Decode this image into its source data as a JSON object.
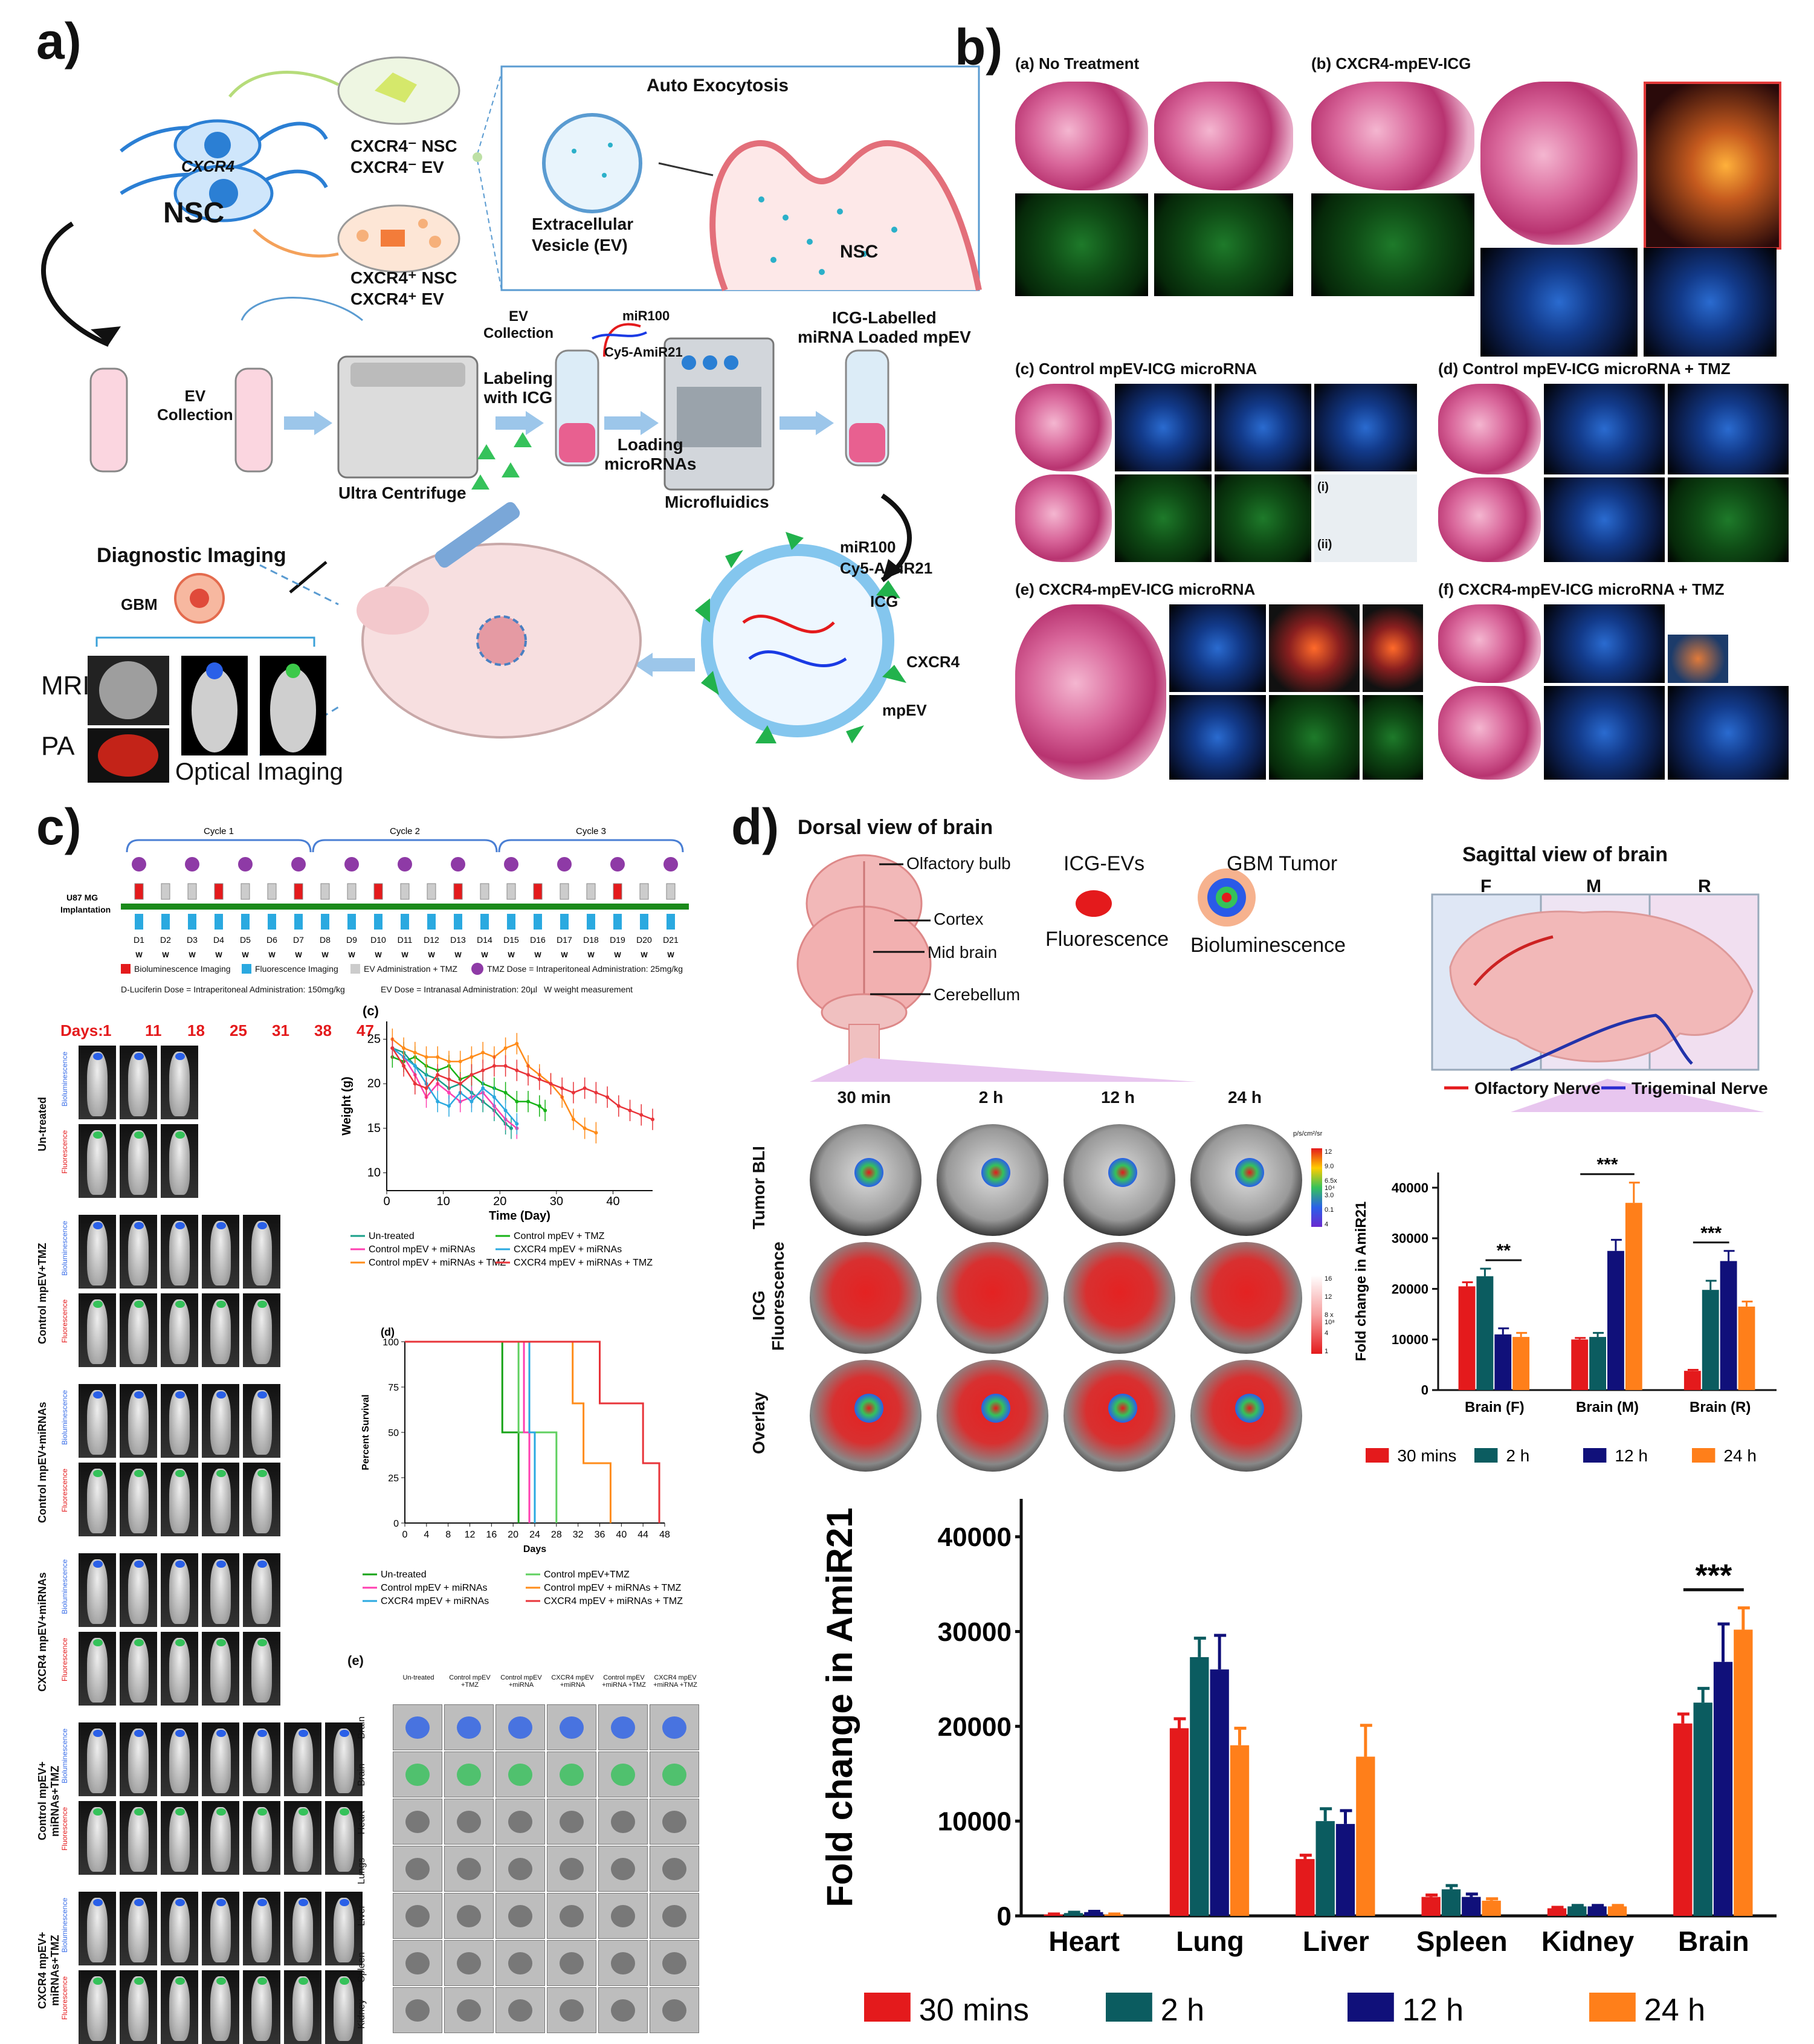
{
  "panels": {
    "a": "a)",
    "b": "b)",
    "c": "c)",
    "d": "d)"
  },
  "panel_a": {
    "nsc": "NSC",
    "cxcr4": "CXCR4",
    "neg_nsc": "CXCR4⁻ NSC",
    "neg_ev": "CXCR4⁻ EV",
    "pos_nsc": "CXCR4⁺ NSC",
    "pos_ev": "CXCR4⁺ EV",
    "auto_exocytosis": "Auto Exocytosis",
    "ev_label_1": "Extracellular",
    "ev_label_2": "Vesicle (EV)",
    "nsc_inset": "NSC",
    "ev_collection_1": "EV",
    "ev_collection_2": "Collection",
    "ev_collection_top_1": "EV",
    "ev_collection_top_2": "Collection",
    "ultra_centrifuge": "Ultra Centrifuge",
    "labeling_1": "Labeling",
    "labeling_2": "with ICG",
    "mir100": "miR100",
    "cy5": "Cy5-AmiR21",
    "loading_1": "Loading",
    "loading_2": "microRNAs",
    "microfluidics": "Microfluidics",
    "icg_labelled_1": "ICG-Labelled",
    "icg_labelled_2": "miRNA Loaded mpEV",
    "diagnostic_imaging": "Diagnostic Imaging",
    "gbm": "GBM",
    "mri": "MRI",
    "pa": "PA",
    "optical_imaging": "Optical Imaging",
    "vesicle_labels": [
      "miR100",
      "Cy5-AmiR21",
      "ICG",
      "CXCR4",
      "mpEV"
    ]
  },
  "panel_b": {
    "a": "(a) No Treatment",
    "b": "(b) CXCR4-mpEV-ICG",
    "c": "(c) Control mpEV-ICG microRNA",
    "d": "(d) Control mpEV-ICG microRNA + TMZ",
    "e": "(e) CXCR4-mpEV-ICG microRNA",
    "f": "(f) CXCR4-mpEV-ICG microRNA + TMZ",
    "i": "(i)",
    "ii": "(ii)"
  },
  "panel_c": {
    "cycles": [
      "Cycle 1",
      "Cycle 2",
      "Cycle 3"
    ],
    "implant_1": "U87 MG",
    "implant_2": "Implantation",
    "days": [
      "D1",
      "D2",
      "D3",
      "D4",
      "D5",
      "D6",
      "D7",
      "D8",
      "D9",
      "D10",
      "D11",
      "D12",
      "D13",
      "D14",
      "D15",
      "D16",
      "D17",
      "D18",
      "D19",
      "D20",
      "D21"
    ],
    "w": "W",
    "legend_bio": "Bioluminescence Imaging",
    "legend_fluo": "Fluorescence Imaging",
    "legend_ev": "EV Administration + TMZ",
    "legend_tmz": "TMZ Dose = Intraperitoneal Administration: 25mg/kg",
    "legend_luc": "D-Luciferin Dose = Intraperitoneal Administration: 150mg/kg",
    "legend_evdose": "EV Dose = Intranasal Administration: 20µl",
    "legend_w": "W  weight measurement",
    "days_label": "Days:",
    "day_values": [
      "1",
      "11",
      "18",
      "25",
      "31",
      "38",
      "47"
    ],
    "groups": [
      "Un-treated",
      "Control mpEV+TMZ",
      "Control mpEV+miRNAs",
      "CXCR4 mpEV+miRNAs",
      "Control mpEV+ miRNAs+TMZ",
      "CXCR4 mpEV+ miRNAs+TMZ"
    ],
    "row_bio": "Bioluminescence",
    "row_fluo": "Fluorescence",
    "sub_c": "(c)",
    "sub_d": "(d)",
    "sub_e": "(e)",
    "organ_cols": [
      "Un-treated",
      "Control mpEV +TMZ",
      "Control mpEV +miRNA",
      "CXCR4 mpEV +miRNA",
      "Control mpEV +miRNA +TMZ",
      "CXCR4 mpEV +miRNA +TMZ"
    ],
    "organ_rows": [
      "Brain",
      "Brain",
      "Heart",
      "Lungs",
      "Liver",
      "Spleen",
      "Kidney"
    ]
  },
  "panel_d": {
    "dorsal": "Dorsal view of brain",
    "olfactory": "Olfactory bulb",
    "cortex": "Cortex",
    "midbrain": "Mid brain",
    "cerebellum": "Cerebellum",
    "icg_evs": "ICG-EVs",
    "fluorescence": "Fluorescence",
    "gbm_tumor": "GBM Tumor",
    "bioluminescence": "Bioluminescence",
    "sagittal": "Sagittal view of brain",
    "f": "F",
    "m": "M",
    "r": "R",
    "olf_nerve": "Olfactory Nerve",
    "tri_nerve": "Trigeminal Nerve",
    "timepoints": [
      "30 min",
      "2 h",
      "12 h",
      "24 h"
    ],
    "row_labels": [
      "Tumor BLI",
      "ICG Fluorescence",
      "Overlay"
    ],
    "bli_scale": [
      "12",
      "9.0",
      "6.5x 10⁴",
      "3.0",
      "0.1",
      "4"
    ],
    "bli_unit": "p/s/cm²/sr",
    "fluo_scale": [
      "16",
      "12",
      "8 x 10⁸",
      "4",
      "1"
    ]
  },
  "chart_data": [
    {
      "type": "line",
      "title": "(c)",
      "xlabel": "Time (Day)",
      "ylabel": "Weight (g)",
      "xlim": [
        0,
        47
      ],
      "ylim": [
        8,
        27
      ],
      "xticks": [
        0,
        10,
        20,
        30,
        40
      ],
      "yticks": [
        10,
        15,
        20,
        25
      ],
      "colors": [
        "#1aa08a",
        "#17b317",
        "#ff3fb0",
        "#2aa9e0",
        "#ff8c1a",
        "#e8343a"
      ],
      "series": [
        {
          "name": "Un-treated",
          "x": [
            1,
            3,
            5,
            7,
            9,
            11,
            13,
            15,
            17,
            19,
            21,
            22
          ],
          "y": [
            24,
            23.5,
            22,
            21,
            20.5,
            19.5,
            20,
            19,
            18,
            17,
            15.5,
            15
          ]
        },
        {
          "name": "Control mpEV + TMZ",
          "x": [
            1,
            3,
            5,
            7,
            9,
            11,
            13,
            15,
            17,
            19,
            21,
            23,
            25,
            27,
            28
          ],
          "y": [
            23,
            22.5,
            23,
            22,
            21.5,
            22,
            20.5,
            21,
            20,
            19.5,
            19,
            18,
            18,
            17.5,
            17
          ]
        },
        {
          "name": "Control mpEV + miRNAs",
          "x": [
            1,
            3,
            5,
            7,
            9,
            11,
            13,
            15,
            17,
            19,
            21,
            23
          ],
          "y": [
            24,
            23,
            21,
            18.5,
            20,
            19,
            18,
            18.5,
            19,
            17.5,
            16,
            15
          ]
        },
        {
          "name": "CXCR4 mpEV + miRNAs",
          "x": [
            1,
            3,
            5,
            7,
            9,
            11,
            13,
            15,
            17,
            19,
            21,
            23
          ],
          "y": [
            24,
            23,
            22,
            20,
            18,
            17.5,
            19,
            18,
            19.5,
            18.5,
            17,
            15.5
          ]
        },
        {
          "name": "Control mpEV + miRNAs + TMZ",
          "x": [
            1,
            3,
            5,
            7,
            9,
            11,
            13,
            15,
            17,
            19,
            21,
            23,
            25,
            27,
            29,
            31,
            33,
            35,
            37
          ],
          "y": [
            25,
            24,
            23.5,
            23,
            23,
            22.5,
            22.5,
            23,
            23.5,
            23,
            24,
            24.5,
            22,
            21,
            20,
            18.5,
            16,
            15,
            14.5
          ]
        },
        {
          "name": "CXCR4 mpEV + miRNAs + TMZ",
          "x": [
            1,
            3,
            5,
            7,
            9,
            11,
            13,
            15,
            17,
            19,
            21,
            23,
            25,
            27,
            29,
            31,
            33,
            35,
            37,
            39,
            41,
            43,
            45,
            47
          ],
          "y": [
            24,
            22,
            20,
            19.5,
            21,
            20.5,
            20,
            21,
            21.5,
            22,
            22,
            21.5,
            21,
            20.5,
            20,
            19.5,
            19,
            19.5,
            19,
            18.5,
            17.5,
            17,
            16.5,
            16
          ]
        }
      ]
    },
    {
      "type": "line",
      "title": "(d)",
      "xlabel": "Days",
      "ylabel": "Percent Survival",
      "xlim": [
        0,
        48
      ],
      "ylim": [
        0,
        100
      ],
      "xticks": [
        0,
        4,
        8,
        12,
        16,
        20,
        24,
        28,
        32,
        36,
        40,
        44,
        48
      ],
      "yticks": [
        0,
        25,
        50,
        75,
        100
      ],
      "colors": [
        "#17a317",
        "#5fd05f",
        "#ff3fb0",
        "#ff8c1a",
        "#2aa9e0",
        "#e8343a"
      ],
      "series": [
        {
          "name": "Un-treated",
          "steps": [
            [
              0,
              100
            ],
            [
              18,
              100
            ],
            [
              18,
              50
            ],
            [
              21,
              50
            ],
            [
              21,
              0
            ]
          ]
        },
        {
          "name": "Control mpEV+TMZ",
          "steps": [
            [
              0,
              100
            ],
            [
              21,
              100
            ],
            [
              21,
              50
            ],
            [
              28,
              50
            ],
            [
              28,
              0
            ]
          ]
        },
        {
          "name": "Control mpEV + miRNAs",
          "steps": [
            [
              0,
              100
            ],
            [
              22,
              100
            ],
            [
              22,
              50
            ],
            [
              23,
              50
            ],
            [
              23,
              0
            ]
          ]
        },
        {
          "name": "Control mpEV + miRNAs + TMZ",
          "steps": [
            [
              0,
              100
            ],
            [
              31,
              100
            ],
            [
              31,
              66
            ],
            [
              33,
              66
            ],
            [
              33,
              33
            ],
            [
              38,
              33
            ],
            [
              38,
              0
            ]
          ]
        },
        {
          "name": "CXCR4 mpEV + miRNAs",
          "steps": [
            [
              0,
              100
            ],
            [
              23,
              100
            ],
            [
              23,
              50
            ],
            [
              24,
              50
            ],
            [
              24,
              0
            ]
          ]
        },
        {
          "name": "CXCR4 mpEV + miRNAs + TMZ",
          "steps": [
            [
              0,
              100
            ],
            [
              36,
              100
            ],
            [
              36,
              66
            ],
            [
              44,
              66
            ],
            [
              44,
              33
            ],
            [
              47,
              33
            ],
            [
              47,
              0
            ]
          ]
        }
      ]
    },
    {
      "type": "bar",
      "title": "",
      "xlabel": "",
      "ylabel": "Fold change in AmiR21",
      "categories": [
        "Brain (F)",
        "Brain (M)",
        "Brain (R)"
      ],
      "ylim": [
        0,
        43000
      ],
      "yticks": [
        0,
        10000,
        20000,
        30000,
        40000
      ],
      "series": [
        {
          "name": "30 mins",
          "color": "#e41a1c",
          "values": [
            20500,
            10000,
            3800
          ],
          "err": [
            800,
            300,
            200
          ]
        },
        {
          "name": "2 h",
          "color": "#0b5c60",
          "values": [
            22500,
            10500,
            19800
          ],
          "err": [
            1500,
            800,
            1800
          ]
        },
        {
          "name": "12 h",
          "color": "#10107a",
          "values": [
            11000,
            27500,
            25500
          ],
          "err": [
            1200,
            2200,
            2000
          ]
        },
        {
          "name": "24 h",
          "color": "#ff7f1a",
          "values": [
            10500,
            37000,
            16500
          ],
          "err": [
            800,
            4000,
            1000
          ]
        }
      ],
      "significance": [
        {
          "label": "**",
          "from": 1,
          "to": 3,
          "group": 0
        },
        {
          "label": "***",
          "from": 0,
          "to": 3,
          "group": 1
        },
        {
          "label": "***",
          "from": 0,
          "to": 2,
          "group": 2
        }
      ]
    },
    {
      "type": "bar",
      "title": "",
      "xlabel": "",
      "ylabel": "Fold change in AmiR21",
      "categories": [
        "Heart",
        "Lung",
        "Liver",
        "Spleen",
        "Kidney",
        "Brain"
      ],
      "ylim": [
        0,
        44000
      ],
      "yticks": [
        0,
        10000,
        20000,
        30000,
        40000
      ],
      "series": [
        {
          "name": "30 mins",
          "color": "#e41a1c",
          "values": [
            150,
            19800,
            6000,
            2000,
            800,
            20300
          ],
          "err": [
            50,
            1000,
            400,
            200,
            100,
            1000
          ]
        },
        {
          "name": "2 h",
          "color": "#0b5c60",
          "values": [
            300,
            27300,
            10000,
            2800,
            1000,
            22500
          ],
          "err": [
            80,
            2000,
            1300,
            400,
            100,
            1500
          ]
        },
        {
          "name": "12 h",
          "color": "#10107a",
          "values": [
            400,
            26000,
            9700,
            2000,
            1000,
            26800
          ],
          "err": [
            80,
            3600,
            1400,
            300,
            100,
            4000
          ]
        },
        {
          "name": "24 h",
          "color": "#ff7f1a",
          "values": [
            150,
            18000,
            16800,
            1600,
            1000,
            30200
          ],
          "err": [
            50,
            1800,
            3300,
            200,
            100,
            2300
          ]
        }
      ],
      "significance": [
        {
          "label": "***",
          "from": 0,
          "to": 3,
          "group": 5
        }
      ]
    }
  ]
}
